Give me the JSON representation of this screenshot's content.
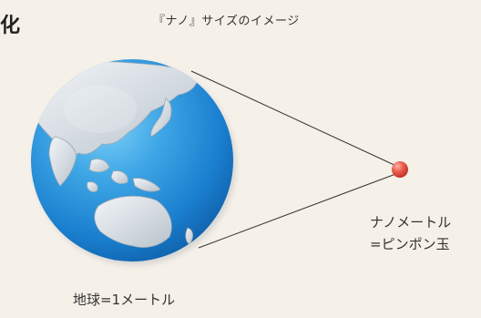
{
  "edge_text": "化",
  "title": "『ナノ』サイズのイメージ",
  "nano_label_line1": "ナノメートル",
  "nano_label_line2": "=ピンポン玉",
  "earth_label": "地球=1メートル",
  "colors": {
    "background": "#f5f0e8",
    "ocean": "#1f8fd8",
    "land": "#d8e0e8",
    "ball": "#e0453a",
    "lines": "#333333"
  }
}
